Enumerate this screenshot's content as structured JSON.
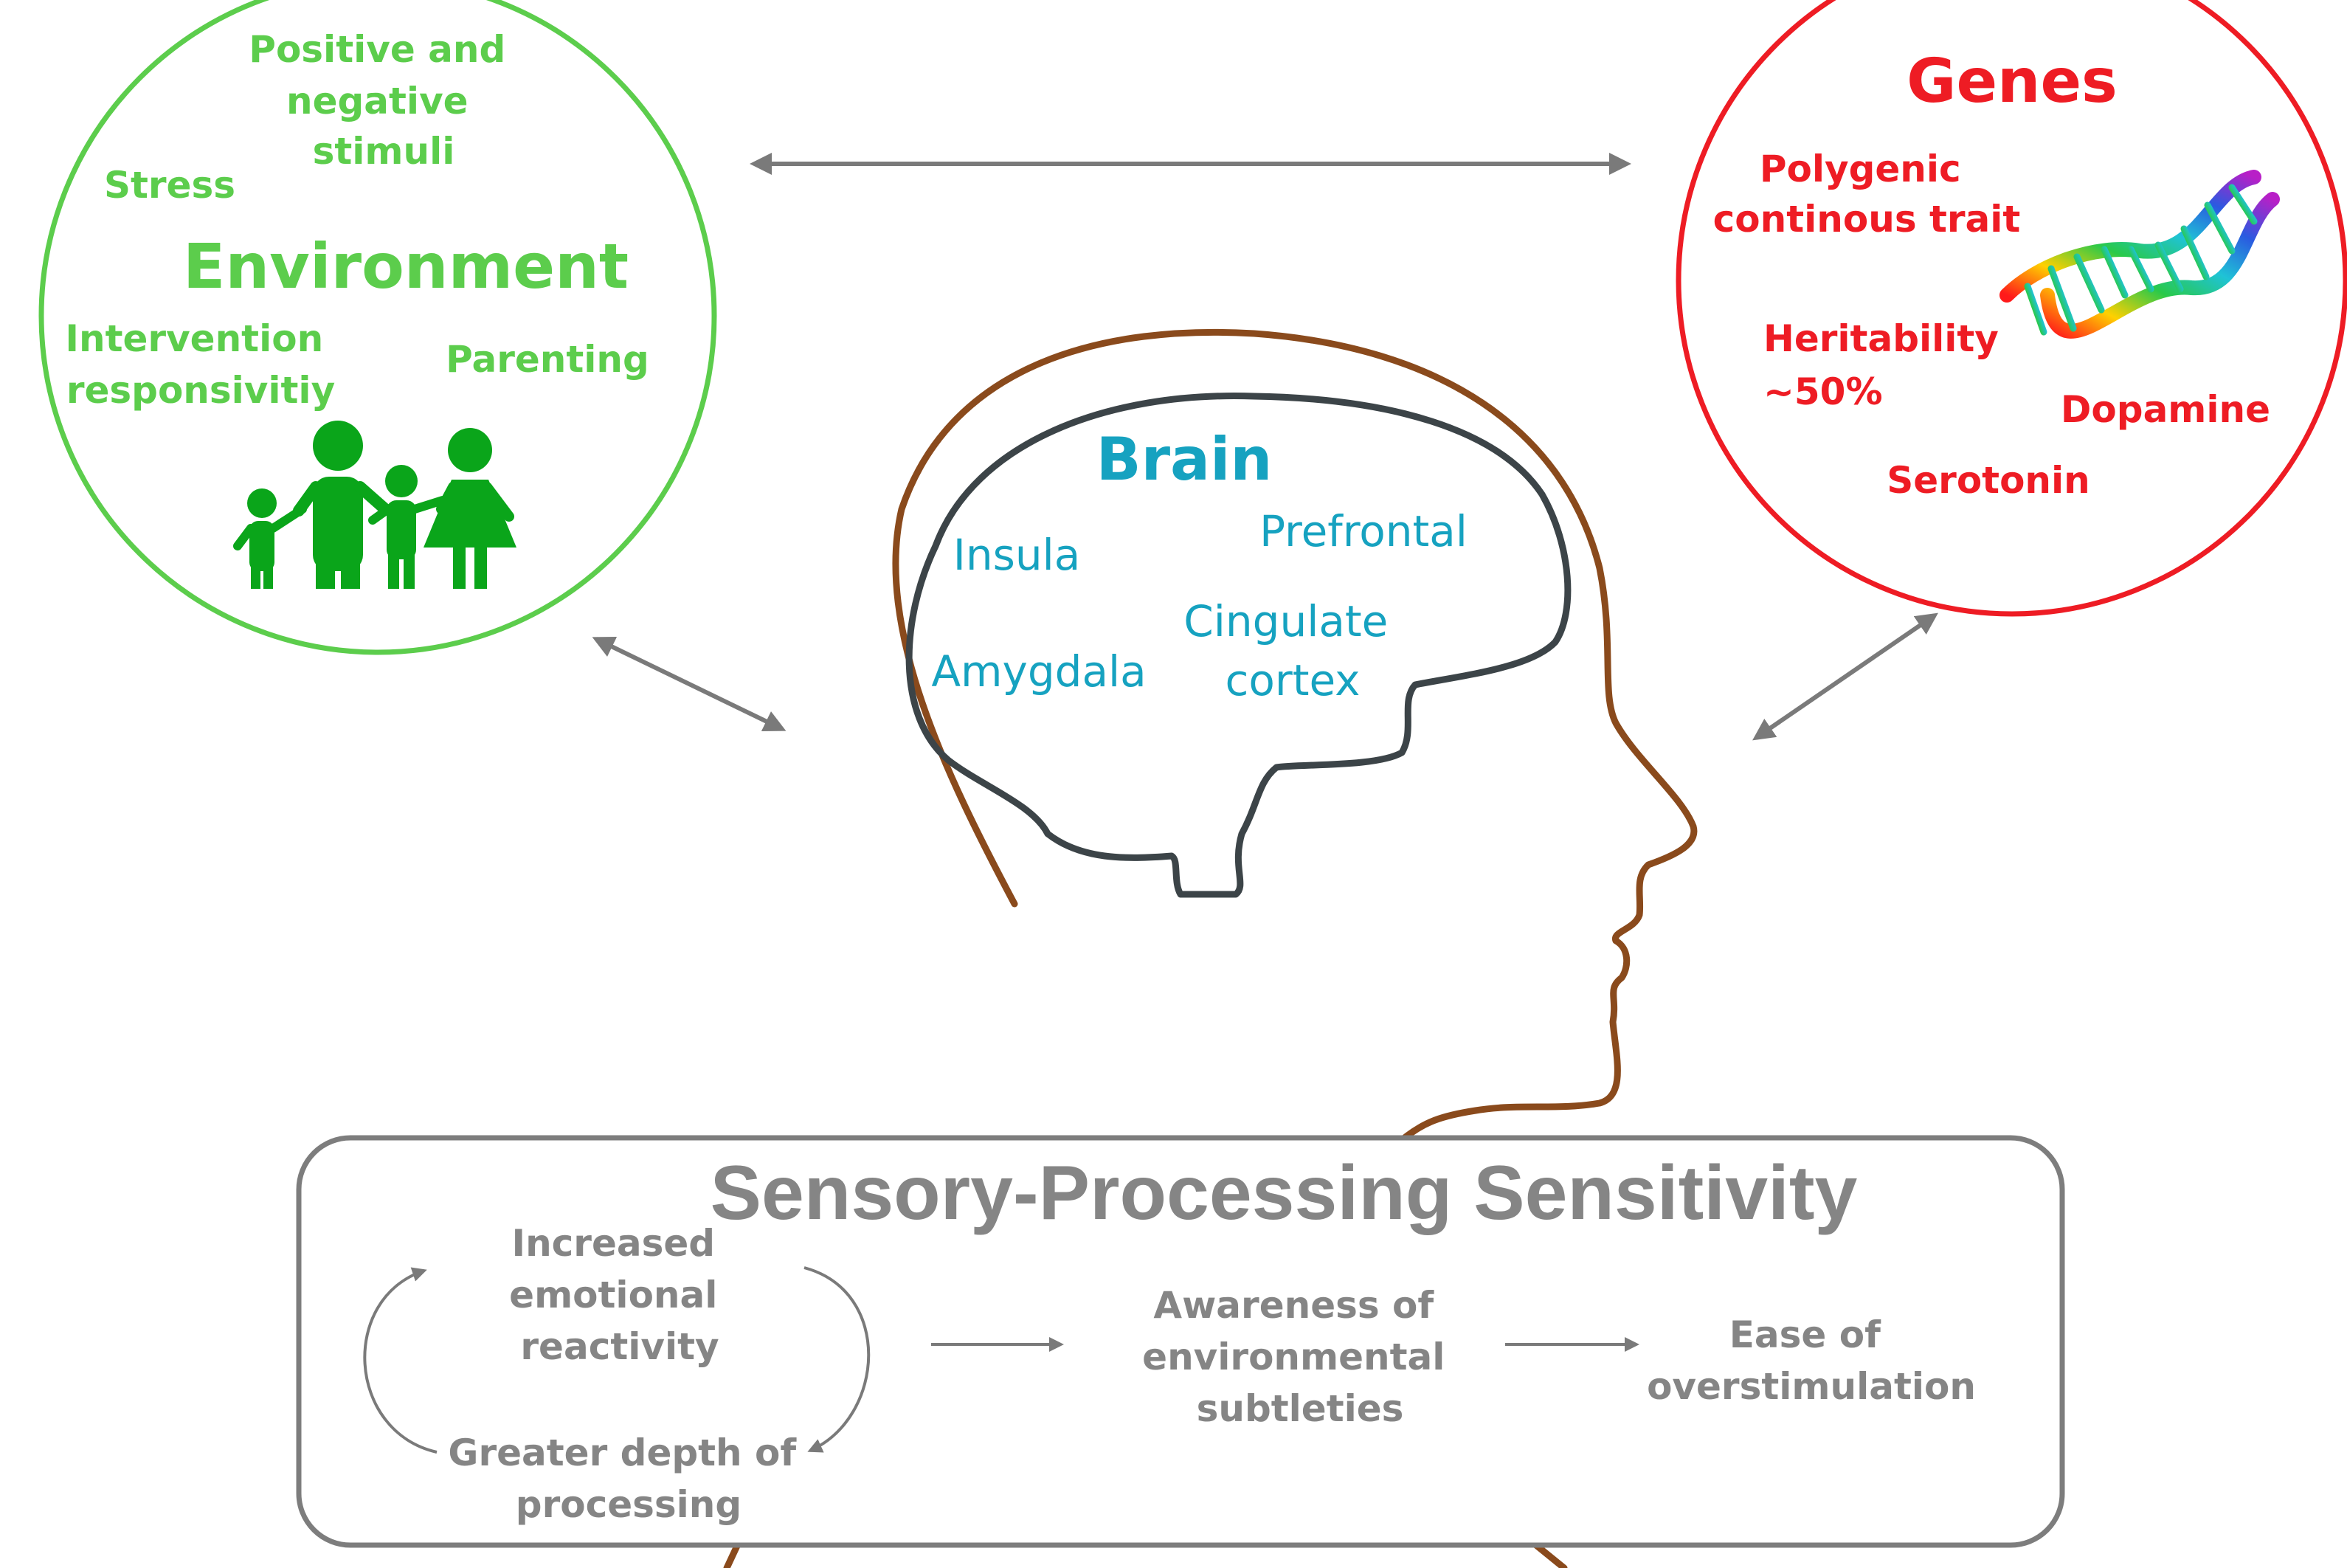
{
  "colors": {
    "environment": "#5ccd4c",
    "family_icon": "#0aa51a",
    "genes": "#ee1c24",
    "brain_text": "#16a2c0",
    "head_outline": "#8a4a1c",
    "brain_outline": "#3c4448",
    "sps_text": "#858585",
    "arrow": "#7a7a7a"
  },
  "environment": {
    "title": "Environment",
    "labels": {
      "stimuli": [
        "Positive and",
        "negative",
        "stimuli"
      ],
      "stress": "Stress",
      "intervention": [
        "Intervention",
        "responsivitiy"
      ],
      "parenting": "Parenting"
    },
    "icon": "family-icon"
  },
  "genes": {
    "title": "Genes",
    "labels": {
      "polygenic": [
        "Polygenic",
        "continous trait"
      ],
      "heritability": [
        "Heritability",
        "~50%"
      ],
      "dopamine": "Dopamine",
      "serotonin": "Serotonin"
    },
    "icon": "dna-icon"
  },
  "brain": {
    "title": "Brain",
    "labels": {
      "insula": "Insula",
      "prefrontal": "Prefrontal",
      "cingulate": [
        "Cingulate",
        "cortex"
      ],
      "amygdala": "Amygdala"
    }
  },
  "sps": {
    "title": "Sensory-Processing Sensitivity",
    "reactivity": [
      "Increased",
      "emotional",
      "reactivity"
    ],
    "depth": [
      "Greater depth of",
      "processing"
    ],
    "awareness": [
      "Awareness of",
      "environmental",
      "subtleties"
    ],
    "overstimulation": [
      "Ease of",
      "overstimulation"
    ]
  }
}
